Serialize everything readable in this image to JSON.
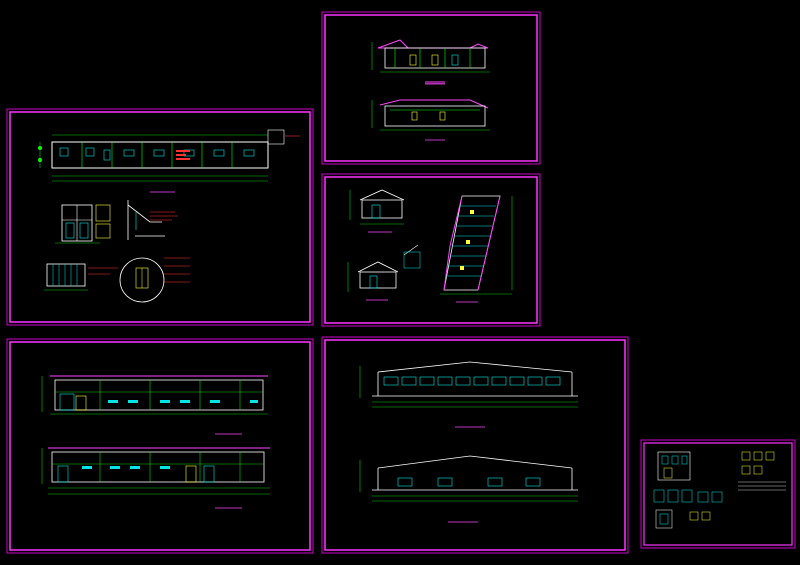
{
  "drawing": {
    "background": "#000000",
    "sheet_border_color": "#cc00cc",
    "sheet_inner_color": "#ff33ff",
    "line_colors": {
      "outline": "#ffffff",
      "grid": "#00ff00",
      "dimension": "#00cc00",
      "detail_cyan": "#00e5e5",
      "detail_yellow": "#ffff33",
      "note_red": "#ff3333",
      "roof_magenta": "#ff44ff"
    },
    "sheets": [
      {
        "id": "sheet-top-right-sections",
        "views": [
          "section",
          "section"
        ]
      },
      {
        "id": "sheet-upper-left-plan",
        "views": [
          "plan",
          "detail",
          "detail",
          "detail",
          "detail"
        ]
      },
      {
        "id": "sheet-middle-right-details",
        "views": [
          "detail",
          "detail",
          "stair"
        ]
      },
      {
        "id": "sheet-lower-left-elevations",
        "views": [
          "elevation",
          "elevation"
        ]
      },
      {
        "id": "sheet-lower-right-elevations",
        "views": [
          "elevation",
          "elevation"
        ]
      },
      {
        "id": "sheet-small-right-schedule",
        "views": [
          "schedule"
        ]
      }
    ]
  }
}
